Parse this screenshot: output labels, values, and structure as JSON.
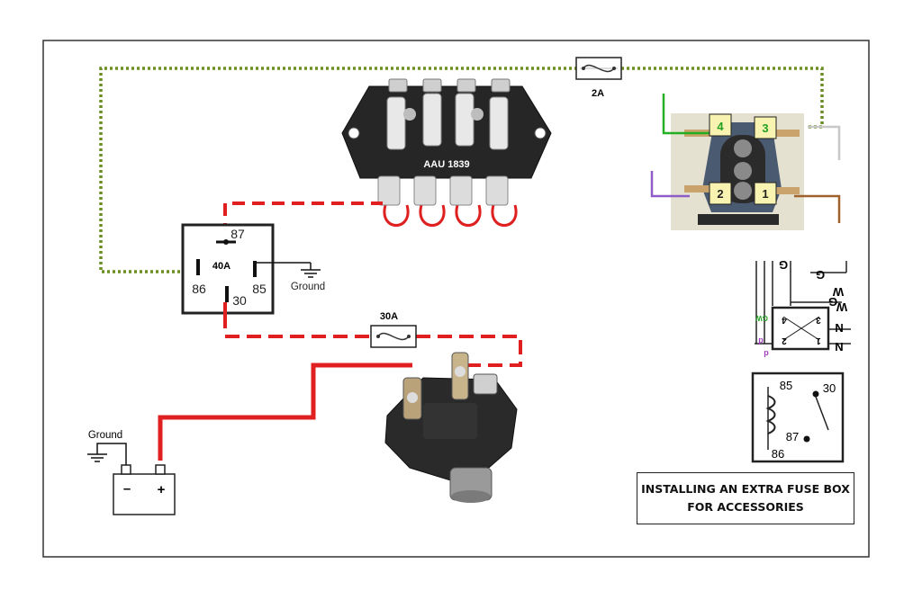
{
  "fusebox": {
    "label": "AAU 1839"
  },
  "fuse_top": {
    "rating": "2A"
  },
  "fuse_main": {
    "rating": "30A"
  },
  "relay": {
    "rating": "40A",
    "pin87": "87",
    "pin86": "86",
    "pin85": "85",
    "pin30": "30"
  },
  "grounds": {
    "relay_ground": "Ground",
    "battery_ground": "Ground"
  },
  "battery": {
    "minus": "–",
    "plus": "+"
  },
  "switch": {
    "terminal1": "1",
    "terminal2": "2",
    "terminal3": "3",
    "terminal4": "4"
  },
  "switch_schematic": {
    "g1": "G",
    "g2": "G",
    "g3": "G",
    "w1": "W",
    "w2": "W",
    "n1": "N",
    "n2": "N",
    "p1": "p",
    "p2": "p",
    "gw": "GW",
    "t1": "1",
    "t2": "2",
    "t3": "3",
    "t4": "4"
  },
  "relay_schematic": {
    "pin85": "85",
    "pin30": "30",
    "pin87": "87",
    "pin86": "86"
  },
  "title": {
    "line1": "INSTALLING AN EXTRA FUSE BOX",
    "line2": "FOR ACCESSORIES"
  },
  "colors": {
    "power_red": "#e02020",
    "signal_green": "#6b8e23",
    "green_wire": "#22b022",
    "purple_wire": "#8e5cc8",
    "brown_wire": "#a0622c",
    "grey_wire": "#c8c8c8"
  }
}
